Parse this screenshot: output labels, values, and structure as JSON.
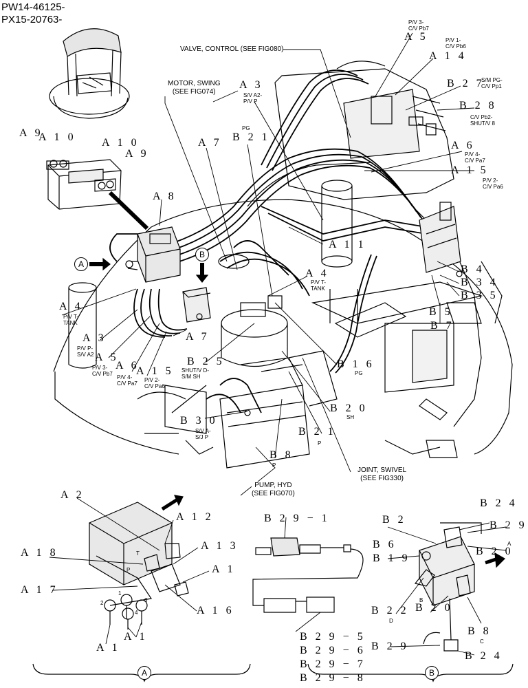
{
  "header": {
    "line1": "PW14-46125-",
    "line2": "PX15-20763-"
  },
  "callouts": {
    "valve": "VALVE, CONTROL (SEE FIG080)",
    "motor": "MOTOR, SWING\n(SEE FIG074)",
    "pump": "PUMP, HYD\n(SEE FIG070)",
    "joint": "JOINT, SWIVEL\n(SEE FIG330)"
  },
  "main_labels": {
    "A5": "A 5",
    "PV3_top": "P/V 3-\nC/V Pb7",
    "PV1": "P/V 1-\nC/V Pb6",
    "A14": "A 1 4",
    "B27": "B 2 7",
    "SMPG": "S/M PG-\nC/V Pp1",
    "B28": "B 2 8",
    "CVPb2": "C/V Pb2-\nSHUT/V 8",
    "A3_top": "A 3",
    "SVA2_top": "S/V A2-\nP/V P",
    "A7_top": "A 7",
    "B21_top": "B 2 1",
    "PG_top": "PG",
    "A9_l": "A 9",
    "A10_l": "A 1 0",
    "A10_r": "A 1 0",
    "A9_r": "A 9",
    "A8": "A 8",
    "A6_r": "A 6",
    "PV4_r": "P/V 4-\nC/V Pa7",
    "A15_r": "A 1 5",
    "PV2_r": "P/V 2-\nC/V Pa6",
    "A11": "A 1 1",
    "A4_mid": "A 4",
    "PVT_mid": "P/V T-\nTANK",
    "B4": "B 4",
    "B34": "B 3 4",
    "B35": "B 3 5",
    "B5": "B 5",
    "B7": "B 7",
    "A4_left": "A 4",
    "PVT_left": "P/V T-\nTANK",
    "A3_left": "A 3",
    "PVP_left": "P/V P-\nS/V A2",
    "A7_left": "A 7",
    "A5_left": "A 5",
    "PV3_left": "P/V 3-\nC/V Pb7",
    "A6_left": "A 6",
    "PV4_left": "P/V 4-\nC/V Pa7",
    "A15_left": "A 1 5",
    "PV2_left": "P/V 2-\nC/V Pa6",
    "B25": "B 2 5",
    "SHUT": "SHUT/V D-\nS/M SH",
    "B16": "B 1 6",
    "PG_b16": "PG",
    "B30": "B 3 0",
    "SVA": "S/V A-\nS/J P",
    "B20": "B 2 0",
    "SH": "SH",
    "B21_low": "B 2 1",
    "P_b21": "P",
    "B8": "B 8",
    "P_b8": "P",
    "circle_A": "A",
    "circle_B": "B"
  },
  "detail_A": {
    "A2": "A 2",
    "A12": "A 1 2",
    "A13": "A 1 3",
    "A1_r": "A 1",
    "A18": "A 1 8",
    "A17": "A 1 7",
    "A16": "A 1 6",
    "A1_b1": "A 1",
    "A1_b2": "A 1",
    "T": "T",
    "P": "P",
    "n1": "1",
    "n2": "2",
    "n3": "3",
    "n4": "4",
    "circle": "A"
  },
  "detail_switch": {
    "B29_1": "B 2 9 − 1",
    "B29_5": "B 2 9 − 5",
    "B29_6": "B 2 9 − 6",
    "B29_7": "B 2 9 − 7",
    "B29_8": "B 2 9 − 8"
  },
  "detail_B": {
    "B24_t": "B 2 4",
    "B29_t": "B 2 9",
    "B2": "B 2",
    "B6": "B 6",
    "B19": "B 1 9",
    "B20_t": "B 2 0",
    "A_sup": "A",
    "B22": "B 2 2",
    "D": "D",
    "B20_b": "B 2 0",
    "B_sup": "B",
    "B8": "B 8",
    "C": "C",
    "B29_b": "B 2 9",
    "B24_b": "B 2 4",
    "circle": "B"
  }
}
